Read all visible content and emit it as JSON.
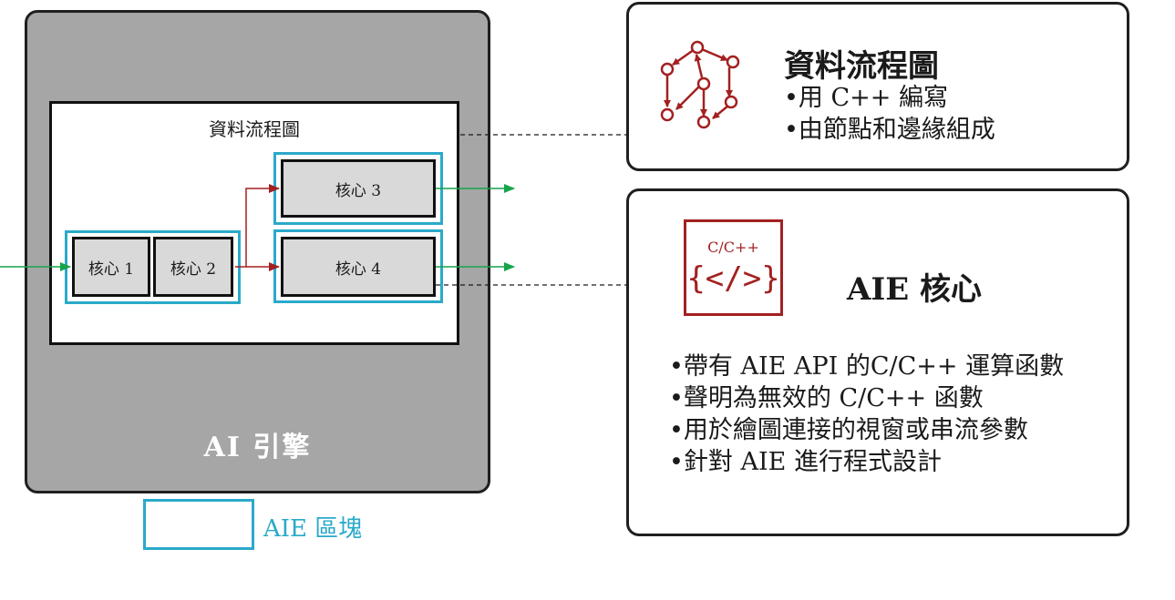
{
  "engine": {
    "title": "AI 引擎"
  },
  "graph": {
    "title": "資料流程圖",
    "kernels": [
      "核心 1",
      "核心 2",
      "核心 3",
      "核心 4"
    ]
  },
  "legend": {
    "label": "AIE 區塊"
  },
  "dataflow_card": {
    "title": "資料流程圖",
    "icon": "graph-nodes-icon",
    "bullets": [
      "•用 C++ 編寫",
      "•由節點和邊緣組成"
    ]
  },
  "kernel_card": {
    "title": "AIE 核心",
    "icon": "code-brackets-icon",
    "icon_text": "C/C++",
    "icon_glyph": "{</>}",
    "bullets": [
      "•帶有 AIE API 的C/C++ 運算函數",
      "•聲明為無效的 C/C++ 函數",
      "•用於繪圖連接的視窗或串流參數",
      "•針對 AIE 進行程式設計"
    ]
  },
  "colors": {
    "engine_fill": "#a6a6a6",
    "tile_border": "#2aa9c9",
    "kernel_fill": "#d9d9d9",
    "red_edge": "#a32020",
    "green_stream": "#17a34a"
  }
}
